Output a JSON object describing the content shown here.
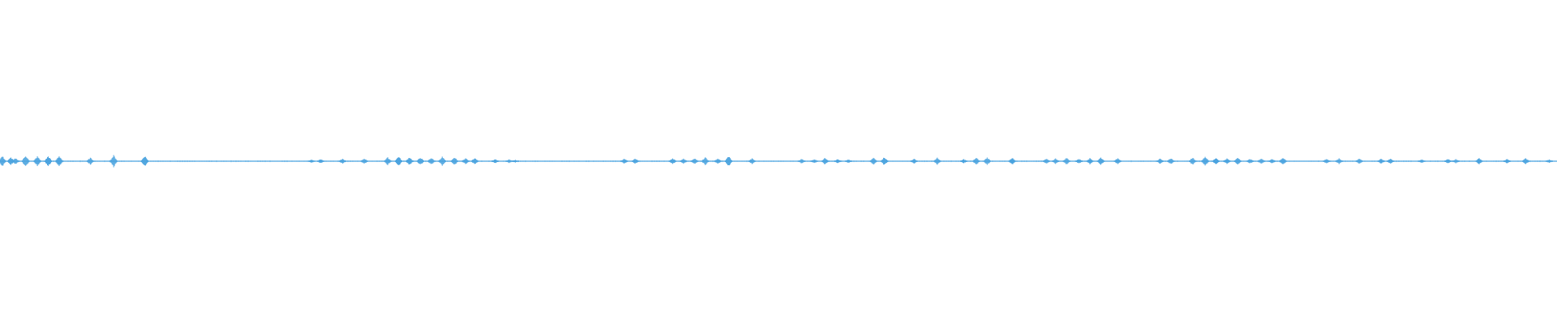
{
  "waveform": {
    "color": "#4aa3df",
    "background": "#ffffff",
    "peaks": [
      {
        "t": 0.0015,
        "a": 0.75
      },
      {
        "t": 0.007,
        "a": 0.55
      },
      {
        "t": 0.01,
        "a": 0.45
      },
      {
        "t": 0.0165,
        "a": 0.85
      },
      {
        "t": 0.024,
        "a": 0.7
      },
      {
        "t": 0.031,
        "a": 0.75
      },
      {
        "t": 0.038,
        "a": 0.8
      },
      {
        "t": 0.058,
        "a": 0.5
      },
      {
        "t": 0.073,
        "a": 0.85
      },
      {
        "t": 0.093,
        "a": 0.8
      },
      {
        "t": 0.2,
        "a": 0.25
      },
      {
        "t": 0.206,
        "a": 0.3
      },
      {
        "t": 0.22,
        "a": 0.35
      },
      {
        "t": 0.234,
        "a": 0.4
      },
      {
        "t": 0.249,
        "a": 0.55
      },
      {
        "t": 0.256,
        "a": 0.7
      },
      {
        "t": 0.263,
        "a": 0.6
      },
      {
        "t": 0.27,
        "a": 0.55
      },
      {
        "t": 0.277,
        "a": 0.5
      },
      {
        "t": 0.284,
        "a": 0.65
      },
      {
        "t": 0.292,
        "a": 0.55
      },
      {
        "t": 0.299,
        "a": 0.45
      },
      {
        "t": 0.305,
        "a": 0.5
      },
      {
        "t": 0.318,
        "a": 0.3
      },
      {
        "t": 0.327,
        "a": 0.25
      },
      {
        "t": 0.331,
        "a": 0.2
      },
      {
        "t": 0.401,
        "a": 0.35
      },
      {
        "t": 0.408,
        "a": 0.4
      },
      {
        "t": 0.432,
        "a": 0.45
      },
      {
        "t": 0.439,
        "a": 0.4
      },
      {
        "t": 0.446,
        "a": 0.45
      },
      {
        "t": 0.453,
        "a": 0.55
      },
      {
        "t": 0.461,
        "a": 0.4
      },
      {
        "t": 0.468,
        "a": 0.75
      },
      {
        "t": 0.483,
        "a": 0.4
      },
      {
        "t": 0.515,
        "a": 0.35
      },
      {
        "t": 0.523,
        "a": 0.3
      },
      {
        "t": 0.53,
        "a": 0.5
      },
      {
        "t": 0.538,
        "a": 0.3
      },
      {
        "t": 0.545,
        "a": 0.25
      },
      {
        "t": 0.561,
        "a": 0.5
      },
      {
        "t": 0.568,
        "a": 0.6
      },
      {
        "t": 0.587,
        "a": 0.35
      },
      {
        "t": 0.602,
        "a": 0.5
      },
      {
        "t": 0.619,
        "a": 0.3
      },
      {
        "t": 0.627,
        "a": 0.5
      },
      {
        "t": 0.634,
        "a": 0.55
      },
      {
        "t": 0.65,
        "a": 0.5
      },
      {
        "t": 0.672,
        "a": 0.35
      },
      {
        "t": 0.678,
        "a": 0.4
      },
      {
        "t": 0.685,
        "a": 0.5
      },
      {
        "t": 0.693,
        "a": 0.35
      },
      {
        "t": 0.7,
        "a": 0.45
      },
      {
        "t": 0.707,
        "a": 0.55
      },
      {
        "t": 0.718,
        "a": 0.45
      },
      {
        "t": 0.745,
        "a": 0.35
      },
      {
        "t": 0.752,
        "a": 0.45
      },
      {
        "t": 0.766,
        "a": 0.55
      },
      {
        "t": 0.774,
        "a": 0.7
      },
      {
        "t": 0.781,
        "a": 0.5
      },
      {
        "t": 0.788,
        "a": 0.4
      },
      {
        "t": 0.795,
        "a": 0.55
      },
      {
        "t": 0.803,
        "a": 0.35
      },
      {
        "t": 0.81,
        "a": 0.4
      },
      {
        "t": 0.817,
        "a": 0.35
      },
      {
        "t": 0.824,
        "a": 0.55
      },
      {
        "t": 0.852,
        "a": 0.35
      },
      {
        "t": 0.86,
        "a": 0.4
      },
      {
        "t": 0.873,
        "a": 0.4
      },
      {
        "t": 0.887,
        "a": 0.35
      },
      {
        "t": 0.893,
        "a": 0.4
      },
      {
        "t": 0.913,
        "a": 0.25
      },
      {
        "t": 0.93,
        "a": 0.35
      },
      {
        "t": 0.935,
        "a": 0.3
      },
      {
        "t": 0.95,
        "a": 0.45
      },
      {
        "t": 0.968,
        "a": 0.35
      },
      {
        "t": 0.98,
        "a": 0.45
      },
      {
        "t": 0.995,
        "a": 0.25
      }
    ]
  }
}
